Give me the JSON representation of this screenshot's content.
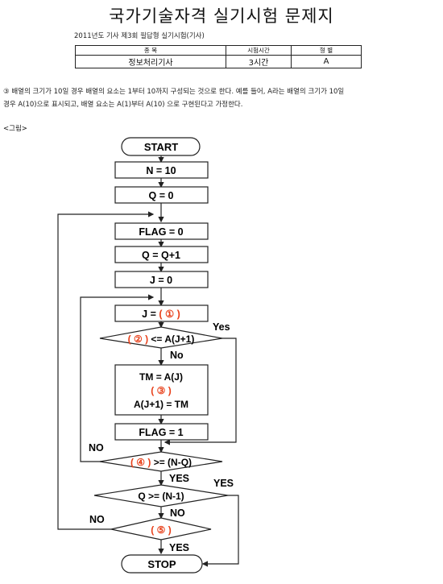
{
  "header": {
    "title": "국가기술자격 실기시험 문제지",
    "subtitle": "2011년도 기사 제3회 필답형 실기시험(기사)"
  },
  "info_table": {
    "headers": [
      "종 목",
      "시험시간",
      "형 별"
    ],
    "values": [
      "정보처리기사",
      "3시간",
      "A"
    ]
  },
  "problem": {
    "line1": "③ 배열의 크기가 10일 경우 배열의 요소는 1부터 10까지 구성되는 것으로 한다. 예를 들어, A라는 배열의 크기가 10일",
    "line2": "경우 A(10)으로 표시되고, 배열 요소는 A(1)부터 A(10) 으로 구현된다고 가정한다.",
    "figure_label": "<그림>"
  },
  "flowchart": {
    "start": "START",
    "n_init": "N = 10",
    "q_init": "Q = 0",
    "flag_init": "FLAG = 0",
    "q_inc": "Q = Q+1",
    "j_init": "J = 0",
    "j_assign_prefix": "J = ",
    "blank1": "( ① )",
    "blank2": "( ② )",
    "cond1_suffix": " <= A(J+1)",
    "swap1": "TM = A(J)",
    "blank3": "( ③ )",
    "swap3": "A(J+1) = TM",
    "flag_set": "FLAG = 1",
    "blank4": "( ④ )",
    "cond3_suffix": " >= (N-Q)",
    "cond4": "Q >= (N-1)",
    "blank5": "( ⑤ )",
    "stop": "STOP",
    "labels": {
      "yes_mixed": "Yes",
      "no_mixed": "No",
      "yes_upper": "YES",
      "no_upper": "NO"
    }
  }
}
